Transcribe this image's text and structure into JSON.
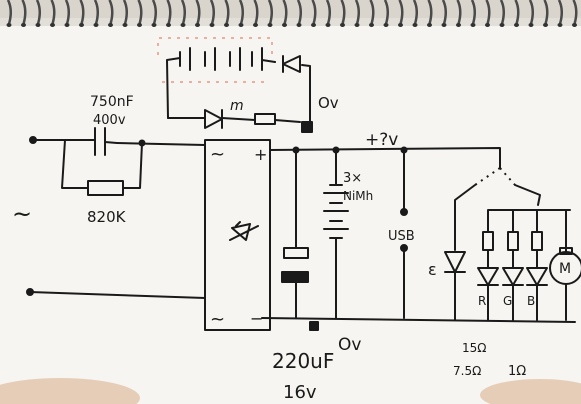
{
  "colors": {
    "paper": "#f6f5f1",
    "ink": "#1a1a1a",
    "spiral": "#4a4a4a",
    "dotted": "#e8b0a0",
    "skin": "#e6cdb8"
  },
  "labels": {
    "cap_value": "750nF",
    "cap_voltage": "400v",
    "resistor_value": "820K",
    "ac_symbol": "~",
    "bridge_ac_top": "~",
    "bridge_plus": "+",
    "bridge_ac_bottom": "~",
    "bridge_minus": "−",
    "ov_top": "Ov",
    "rail_voltage": "+?v",
    "battery_count": "3×",
    "battery_type": "NiMh",
    "usb": "USB",
    "cap2_value": "220uF",
    "cap2_voltage": "16v",
    "ov_bottom": "Ov",
    "led_r": "R",
    "led_g": "G",
    "led_b": "B",
    "motor": "M",
    "small_led_label": "ɛ",
    "res_15": "15Ω",
    "res_75": "7.5Ω",
    "res_1": "1Ω",
    "diode_mark": "m"
  }
}
